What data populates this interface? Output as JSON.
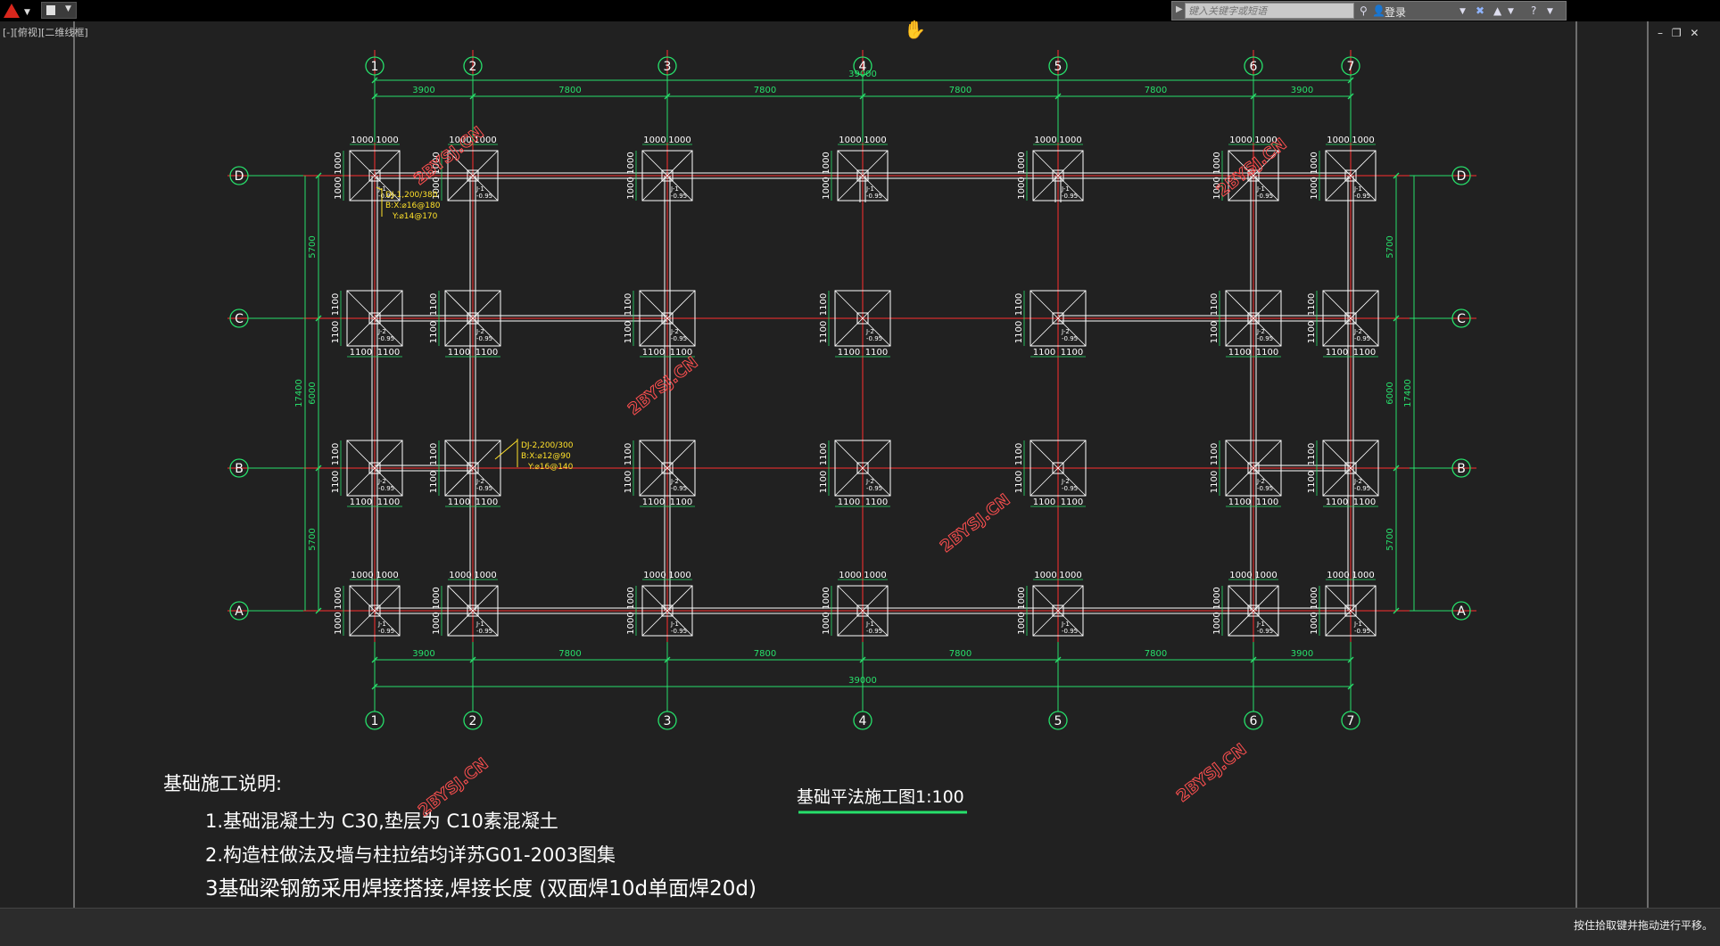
{
  "app": {
    "viewport_label": "[-][俯视][二维线框]"
  },
  "search": {
    "placeholder": "键入关键字或短语",
    "login": "登录"
  },
  "status": {
    "message": "按住拾取键并拖动进行平移。"
  },
  "watermark": "2BYSJ.CN",
  "colors": {
    "grid": "#ff3030",
    "dim": "#27e06b",
    "white": "#ffffff",
    "yellow": "#ffe12a",
    "background": "#212121"
  },
  "grid": {
    "columns": [
      "1",
      "2",
      "3",
      "4",
      "5",
      "6",
      "7"
    ],
    "rows": [
      "D",
      "C",
      "B",
      "A"
    ],
    "col_spacing": [
      "3900",
      "7800",
      "7800",
      "7800",
      "7800",
      "3900"
    ],
    "total_width": "39000",
    "row_spacing": [
      "5700",
      "6000",
      "5700"
    ],
    "total_height": "17400"
  },
  "footings": {
    "edge_halfwidth": "1000",
    "inner_halfwidth": "1100",
    "elevation": "-0.95",
    "edge_tag": "J-1",
    "inner_tag": "J-2"
  },
  "callouts": [
    {
      "lines": [
        "DJ-1,200/380",
        "B:X:⌀16@180",
        "Y:⌀14@170"
      ]
    },
    {
      "lines": [
        "DJ-2,200/300",
        "B:X:⌀12@90",
        "Y:⌀16@140"
      ]
    }
  ],
  "drawing_title": "基础平法施工图1:100",
  "notes": {
    "title": "基础施工说明:",
    "items": [
      "1.基础混凝土为 C30,垫层为 C10素混凝土",
      "2.构造柱做法及墙与柱拉结均详苏G01-2003图集",
      "3基础梁钢筋采用焊接搭接,焊接长度 (双面焊10d单面焊20d)"
    ]
  }
}
